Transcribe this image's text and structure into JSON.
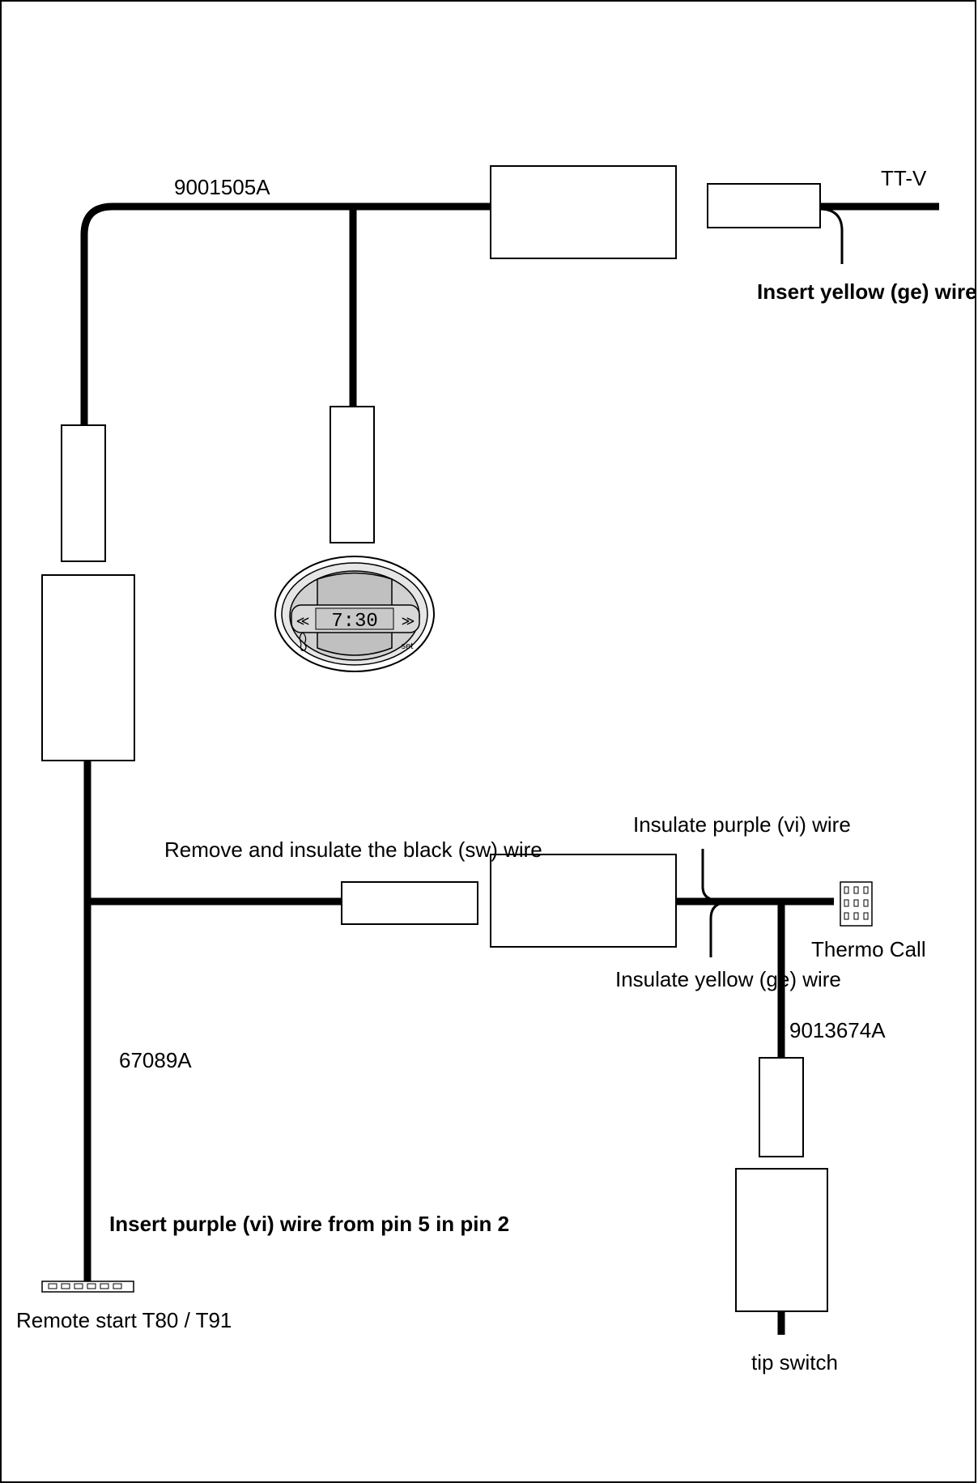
{
  "diagram": {
    "cable_top": "9001505A",
    "ttv": "TT-V",
    "insert_yellow": "Insert yellow (ge) wire",
    "remove_black": "Remove and insulate the black (sw) wire",
    "insulate_purple": "Insulate purple (vi) wire",
    "thermo_call": "Thermo Call",
    "insulate_yellow": "Insulate yellow (ge) wire",
    "cable_right": "9013674A",
    "cable_left": "67089A",
    "insert_purple": "Insert purple (vi) wire from pin 5 in pin 2",
    "remote_start": "Remote start T80 / T91",
    "tip_switch": "tip switch",
    "timer_display": "7:30",
    "timer_set": "set",
    "timer_left_arrow": "≪",
    "timer_right_arrow": "≫"
  }
}
